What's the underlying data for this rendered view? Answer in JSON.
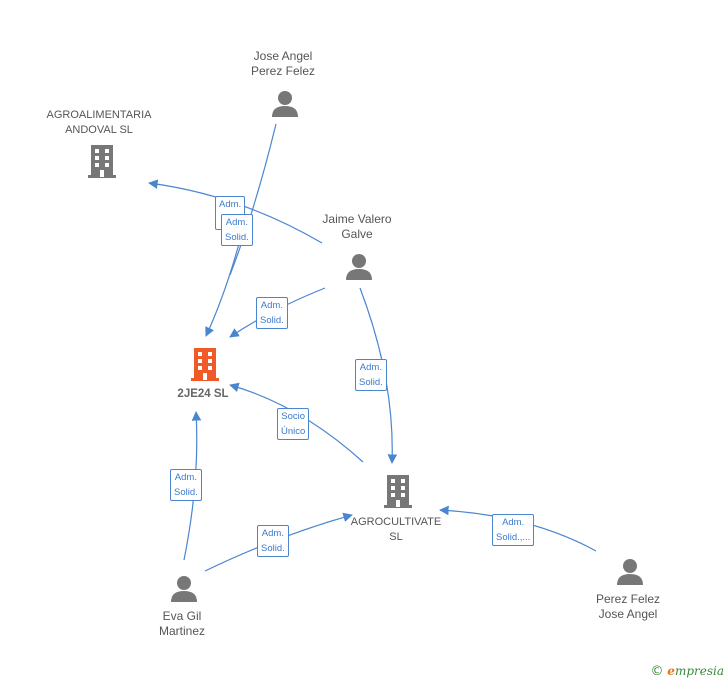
{
  "nodes": {
    "agroalimentaria": {
      "label": "AGROALIMENTARIA\nANDOVAL  SL",
      "type": "company",
      "color": "#777777"
    },
    "joseangel": {
      "label": "Jose Angel\nPerez Felez",
      "type": "person",
      "color": "#777777"
    },
    "jaime": {
      "label": "Jaime Valero\nGalve",
      "type": "person",
      "color": "#777777"
    },
    "focus": {
      "label": "2JE24  SL",
      "type": "company",
      "color": "#f05a28"
    },
    "agrocultivate": {
      "label": "AGROCULTIVATE\nSL",
      "type": "company",
      "color": "#777777"
    },
    "eva": {
      "label": "Eva Gil\nMartinez",
      "type": "person",
      "color": "#777777"
    },
    "perezfelez": {
      "label": "Perez Felez\nJose Angel",
      "type": "person",
      "color": "#777777"
    }
  },
  "edges": {
    "e1": {
      "label": "Adm."
    },
    "e2": {
      "label": "Adm.\nSolid."
    },
    "e3": {
      "label": "Adm.\nSolid."
    },
    "e4": {
      "label": "Adm.\nSolid."
    },
    "e5": {
      "label": "Socio\nÚnico"
    },
    "e6": {
      "label": "Adm.\nSolid."
    },
    "e7": {
      "label": "Adm.\nSolid."
    },
    "e8": {
      "label": "Adm.\nSolid.,..."
    }
  },
  "colors": {
    "edge": "#4a86d0"
  },
  "watermark": {
    "copyright": "©",
    "brand_initial": "e",
    "brand_rest": "mpresia"
  }
}
